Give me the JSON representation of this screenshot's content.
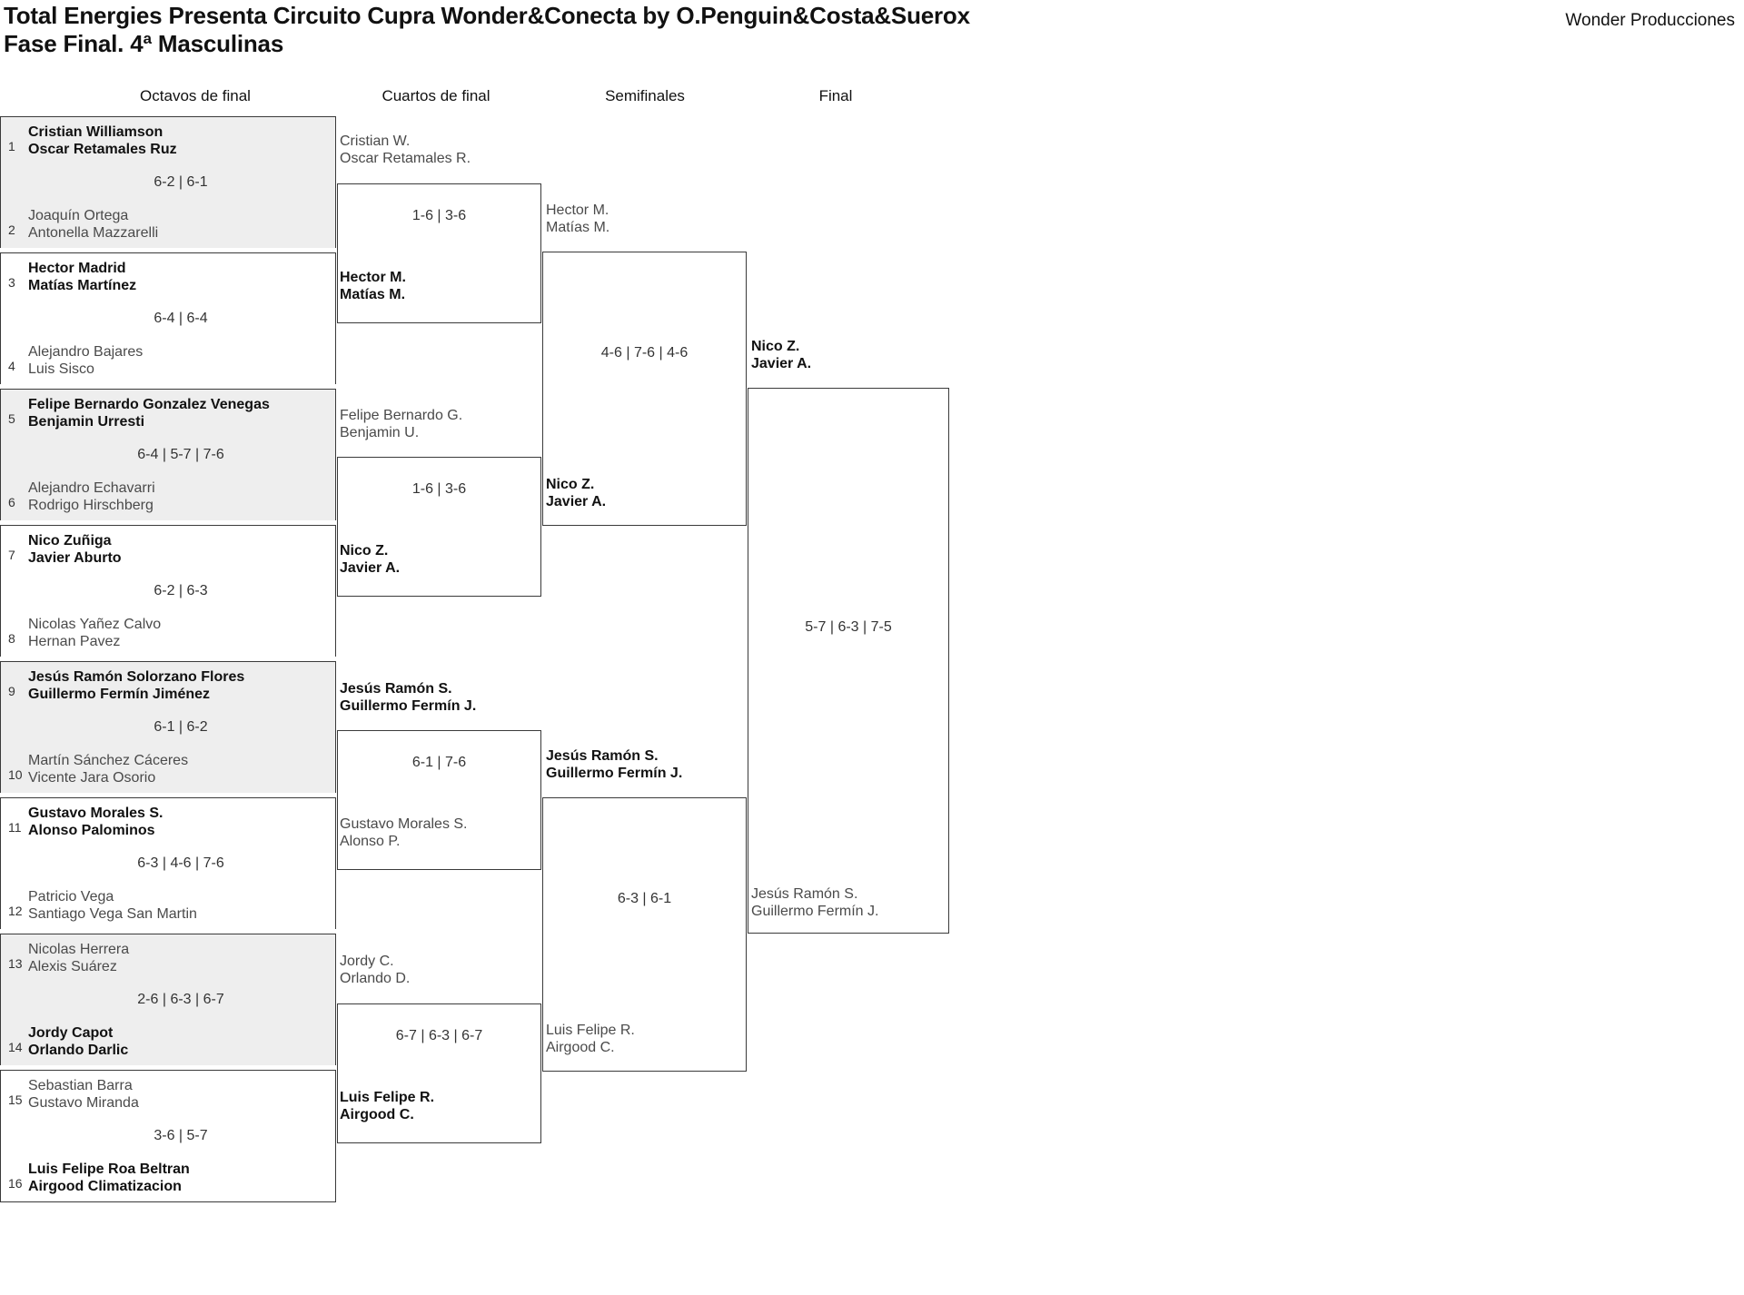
{
  "header": {
    "title_line1": "Total Energies Presenta Circuito Cupra Wonder&Conecta by O.Penguin&Costa&Suerox",
    "title_line2": "Fase Final. 4ª Masculinas",
    "brand": "Wonder Producciones"
  },
  "rounds": [
    {
      "label": "Octavos de final"
    },
    {
      "label": "Cuartos de final"
    },
    {
      "label": "Semifinales"
    },
    {
      "label": "Final"
    }
  ],
  "round1": [
    {
      "shaded": true,
      "score": "6-2 | 6-1",
      "top": {
        "seed": "1",
        "p1": "Cristian Williamson",
        "p2": "Oscar Retamales Ruz",
        "winner": true
      },
      "bottom": {
        "seed": "2",
        "p1": "Joaquín Ortega",
        "p2": "Antonella Mazzarelli",
        "winner": false
      }
    },
    {
      "shaded": false,
      "score": "6-4 | 6-4",
      "top": {
        "seed": "3",
        "p1": "Hector Madrid",
        "p2": "Matías Martínez",
        "winner": true
      },
      "bottom": {
        "seed": "4",
        "p1": "Alejandro Bajares",
        "p2": "Luis Sisco",
        "winner": false
      }
    },
    {
      "shaded": true,
      "score": "6-4 | 5-7 | 7-6",
      "top": {
        "seed": "5",
        "p1": "Felipe Bernardo Gonzalez Venegas",
        "p2": "Benjamin Urresti",
        "winner": true
      },
      "bottom": {
        "seed": "6",
        "p1": "Alejandro Echavarri",
        "p2": "Rodrigo Hirschberg",
        "winner": false
      }
    },
    {
      "shaded": false,
      "score": "6-2 | 6-3",
      "top": {
        "seed": "7",
        "p1": "Nico Zuñiga",
        "p2": "Javier Aburto",
        "winner": true
      },
      "bottom": {
        "seed": "8",
        "p1": "Nicolas Yañez Calvo",
        "p2": "Hernan Pavez",
        "winner": false
      }
    },
    {
      "shaded": true,
      "score": "6-1 | 6-2",
      "top": {
        "seed": "9",
        "p1": "Jesús Ramón Solorzano Flores",
        "p2": "Guillermo Fermín Jiménez",
        "winner": true
      },
      "bottom": {
        "seed": "10",
        "p1": "Martín Sánchez Cáceres",
        "p2": "Vicente Jara Osorio",
        "winner": false
      }
    },
    {
      "shaded": false,
      "score": "6-3 | 4-6 | 7-6",
      "top": {
        "seed": "11",
        "p1": "Gustavo Morales S.",
        "p2": "Alonso Palominos",
        "winner": true
      },
      "bottom": {
        "seed": "12",
        "p1": "Patricio Vega",
        "p2": "Santiago Vega San Martin",
        "winner": false
      }
    },
    {
      "shaded": true,
      "score": "2-6 | 6-3 | 6-7",
      "top": {
        "seed": "13",
        "p1": "Nicolas Herrera",
        "p2": "Alexis Suárez",
        "winner": false
      },
      "bottom": {
        "seed": "14",
        "p1": "Jordy Capot",
        "p2": "Orlando Darlic",
        "winner": true
      }
    },
    {
      "shaded": false,
      "score": "3-6 | 5-7",
      "top": {
        "seed": "15",
        "p1": "Sebastian Barra",
        "p2": "Gustavo Miranda",
        "winner": false
      },
      "bottom": {
        "seed": "16",
        "p1": "Luis Felipe Roa Beltran",
        "p2": "Airgood Climatizacion",
        "winner": true
      }
    }
  ],
  "round2": [
    {
      "score": "1-6 | 3-6",
      "top": {
        "p1": "Cristian W.",
        "p2": "Oscar Retamales R.",
        "winner": false
      },
      "bottom": {
        "p1": "Hector M.",
        "p2": "Matías M.",
        "winner": true
      }
    },
    {
      "score": "1-6 | 3-6",
      "top": {
        "p1": "Felipe Bernardo G.",
        "p2": "Benjamin U.",
        "winner": false
      },
      "bottom": {
        "p1": "Nico Z.",
        "p2": "Javier A.",
        "winner": true
      }
    },
    {
      "score": "6-1 | 7-6",
      "top": {
        "p1": "Jesús Ramón S.",
        "p2": "Guillermo Fermín J.",
        "winner": true
      },
      "bottom": {
        "p1": "Gustavo Morales S.",
        "p2": "Alonso P.",
        "winner": false
      }
    },
    {
      "score": "6-7 | 6-3 | 6-7",
      "top": {
        "p1": "Jordy C.",
        "p2": "Orlando D.",
        "winner": false
      },
      "bottom": {
        "p1": "Luis Felipe R.",
        "p2": "Airgood C.",
        "winner": true
      }
    }
  ],
  "round3": [
    {
      "score": "4-6 | 7-6 | 4-6",
      "top": {
        "p1": "Hector M.",
        "p2": "Matías M.",
        "winner": false
      },
      "bottom": {
        "p1": "Nico Z.",
        "p2": "Javier A.",
        "winner": true
      }
    },
    {
      "score": "6-3 | 6-1",
      "top": {
        "p1": "Jesús Ramón S.",
        "p2": "Guillermo Fermín J.",
        "winner": true
      },
      "bottom": {
        "p1": "Luis Felipe R.",
        "p2": "Airgood C.",
        "winner": false
      }
    }
  ],
  "round4": [
    {
      "score": "5-7 | 6-3 | 7-5",
      "top": {
        "p1": "Nico Z.",
        "p2": "Javier A.",
        "winner": true
      },
      "bottom": {
        "p1": "Jesús Ramón S.",
        "p2": "Guillermo Fermín J.",
        "winner": false
      }
    }
  ]
}
